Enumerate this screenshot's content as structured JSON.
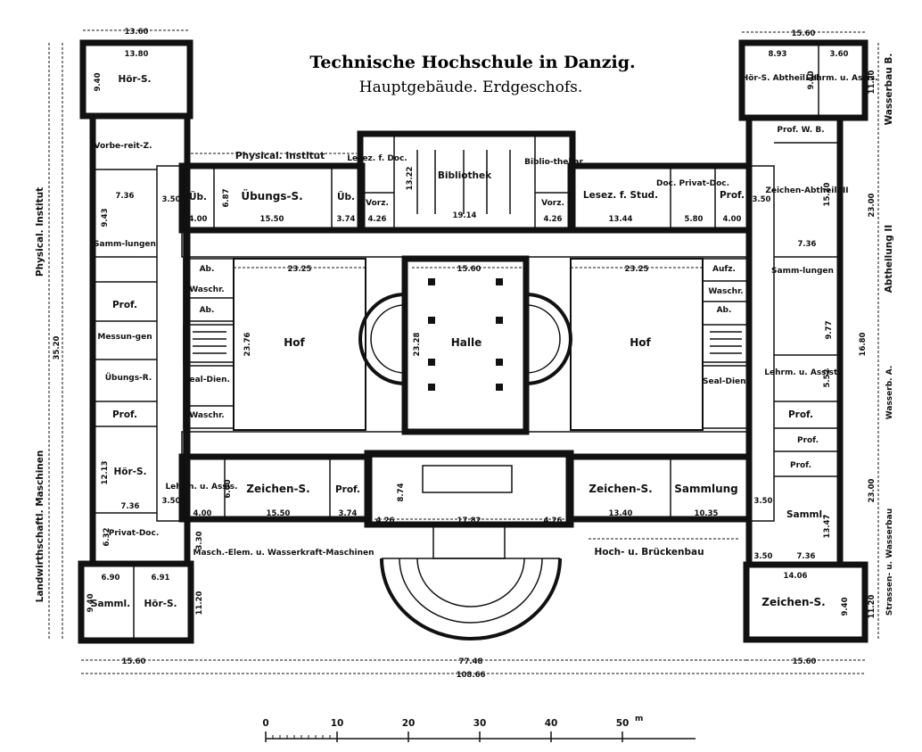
{
  "title": "Technische Hochschule in Danzig.",
  "subtitle": "Hauptgebäude. Erdgeschofs.",
  "rooms": {
    "hoer_nw": "Hör-S.",
    "vorbereit": "Vorbe-reit-Z.",
    "phys_inst_top": "Physical. Institut",
    "ueb1": "Üb.",
    "uebungs_s": "Übungs-S.",
    "ueb2": "Üb.",
    "lesez_doc": "Lesez. f. Doc.",
    "bibliothek": "Bibliothek",
    "bibliothekar": "Biblio-thekar",
    "vorz_l": "Vorz.",
    "vorz_r": "Vorz.",
    "lesez_stud": "Lesez. f. Stud.",
    "doc_privat": "Doc. Privat-Doc.",
    "prof_top": "Prof.",
    "hoer_ne": "Hör-S. Abtheil. II",
    "lehrm_ne": "Lehrm. u. Assis.",
    "prof_wb": "Prof. W. B.",
    "zeichen_abth": "Zeichen-Abtheil. II",
    "samm_w": "Samm-lungen",
    "ab_w1": "Ab.",
    "waschr_w1": "Waschr.",
    "ab_w2": "Ab.",
    "prof_w": "Prof.",
    "messungen": "Messun-gen",
    "uebungs_r": "Übungs-R.",
    "seal_w": "Seal-Dien.",
    "waschr_w2": "Waschr.",
    "prof_w2": "Prof.",
    "hof_w": "Hof",
    "halle": "Halle",
    "hof_e": "Hof",
    "aufz": "Aufz.",
    "waschr_e1": "Waschr.",
    "ab_e": "Ab.",
    "samm_e": "Samm-lungen",
    "seal_e": "Seal-Dien.",
    "lehrm_assist_e": "Lehrm. u. Assist.",
    "prof_e1": "Prof.",
    "prof_e2": "Prof.",
    "prof_e3": "Prof.",
    "hoer_w": "Hör-S.",
    "privat_doc_w": "Privat-Doc.",
    "lehrm_assis_s": "Lehrm. u. Assis.",
    "zeichen_s_w": "Zeichen-S.",
    "prof_s_w": "Prof.",
    "zeichen_s_e": "Zeichen-S.",
    "sammlung_s": "Sammlung",
    "samml_e": "Samml.",
    "samml_sw": "Samml.",
    "hoer_sw": "Hör-S.",
    "zeichen_se": "Zeichen-S.",
    "masch": "Masch.-Elem. u. Wasserkraft-Maschinen",
    "hoch_bruecken": "Hoch- u. Brückenbau"
  },
  "side_labels": {
    "phys_inst_left": "Physical. Institut",
    "landw_masch": "Landwirthschaftl. Maschinen",
    "wasserbau_b": "Wasserbau B.",
    "abtheilung_2": "Abtheilung II",
    "wasserb_a": "Wasserb. A.",
    "strassen_wasserbau": "Strassen- u. Wasserbau"
  },
  "dims": {
    "d_13_60": "13.60",
    "d_13_80": "13.80",
    "d_9_40a": "9.40",
    "d_15_60_ne": "15.60",
    "d_8_93": "8.93",
    "d_3_60": "3.60",
    "d_9_40b": "9.40",
    "d_11_20_ne": "11.20",
    "d_7_36a": "7.36",
    "d_9_43": "9.43",
    "d_4_00a": "4.00",
    "d_6_87": "6.87",
    "d_15_50a": "15.50",
    "d_3_74a": "3.74",
    "d_4_26a": "4.26",
    "d_13_22": "13.22",
    "d_19_14": "19.14",
    "d_4_26b": "4.26",
    "d_13_44": "13.44",
    "d_5_80": "5.80",
    "d_4_00b": "4.00",
    "d_23_00_ne": "23.00",
    "d_15_20": "15.20",
    "d_7_36b": "7.36",
    "d_23_25a": "23.25",
    "d_15_60_mid": "15.60",
    "d_23_25b": "23.25",
    "d_23_76": "23.76",
    "d_23_28": "23.28",
    "d_35_20": "35.20",
    "d_16_80": "16.80",
    "d_9_77": "9.77",
    "d_5_52": "5.52",
    "d_12_13": "12.13",
    "d_7_36c": "7.36",
    "d_6_32": "6.32",
    "d_8_74": "8.74",
    "d_4_00c": "4.00",
    "d_15_50b": "15.50",
    "d_3_74b": "3.74",
    "d_4_26c": "4.26",
    "d_17_82": "17.82",
    "d_4_26d": "4.26",
    "d_13_40": "13.40",
    "d_10_35": "10.35",
    "d_23_00_se": "23.00",
    "d_13_47": "13.47",
    "d_7_36d": "7.36",
    "d_6_90": "6.90",
    "d_6_91": "6.91",
    "d_9_40c": "9.40",
    "d_11_20_sw": "11.20",
    "d_14_06": "14.06",
    "d_9_40d": "9.40",
    "d_11_20_se": "11.20",
    "d_15_60_sw": "15.60",
    "d_77_48": "77.48",
    "d_15_60_se": "15.60",
    "d_108_66": "108.66",
    "d_3_50a": "3.50",
    "d_3_50b": "3.50",
    "d_3_50c": "3.50",
    "d_3_50d": "3.50",
    "d_3_30": "3.30",
    "d_3_50e": "3.50",
    "d_6_00": "6.00"
  },
  "scale": {
    "ticks": [
      "0",
      "10",
      "20",
      "30",
      "40",
      "50"
    ],
    "unit": "m"
  }
}
